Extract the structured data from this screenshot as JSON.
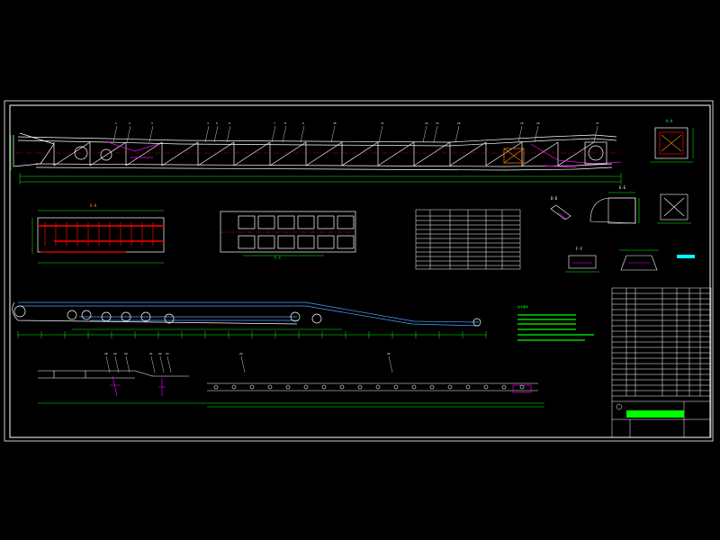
{
  "drawing": {
    "background": "#000000",
    "colors": {
      "frame": "#ffffff",
      "structure": "#ffffff",
      "dimension": "#00ff00",
      "centerline": "#ff0000",
      "accent": "#ff00ff",
      "belt": "#4fa3ff",
      "drive": "#ff8000",
      "label": "#00ffff",
      "notes": "#00ff00"
    },
    "elevation_callouts": [
      "1",
      "2",
      "3",
      "4",
      "5",
      "6",
      "7",
      "8",
      "9",
      "10",
      "11",
      "12",
      "13",
      "14",
      "15",
      "16",
      "17"
    ],
    "belt_callouts": [
      "18",
      "19",
      "20",
      "21",
      "22",
      "23",
      "24",
      "25"
    ],
    "section_labels": [
      "A-A",
      "B-B",
      "C-C",
      "D-D",
      "E-E",
      "F-F"
    ],
    "notes_title": "技术要求"
  }
}
